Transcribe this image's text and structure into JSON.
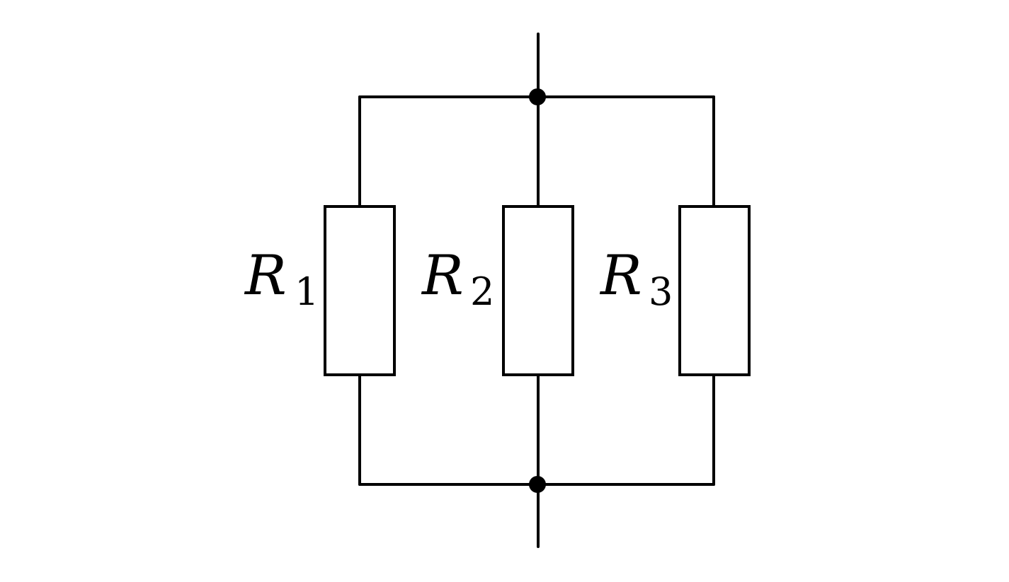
{
  "diagram": {
    "resistors": [
      {
        "letter": "R",
        "index": "1"
      },
      {
        "letter": "R",
        "index": "2"
      },
      {
        "letter": "R",
        "index": "3"
      }
    ],
    "colors": {
      "stroke": "#000000",
      "background": "#ffffff"
    }
  }
}
